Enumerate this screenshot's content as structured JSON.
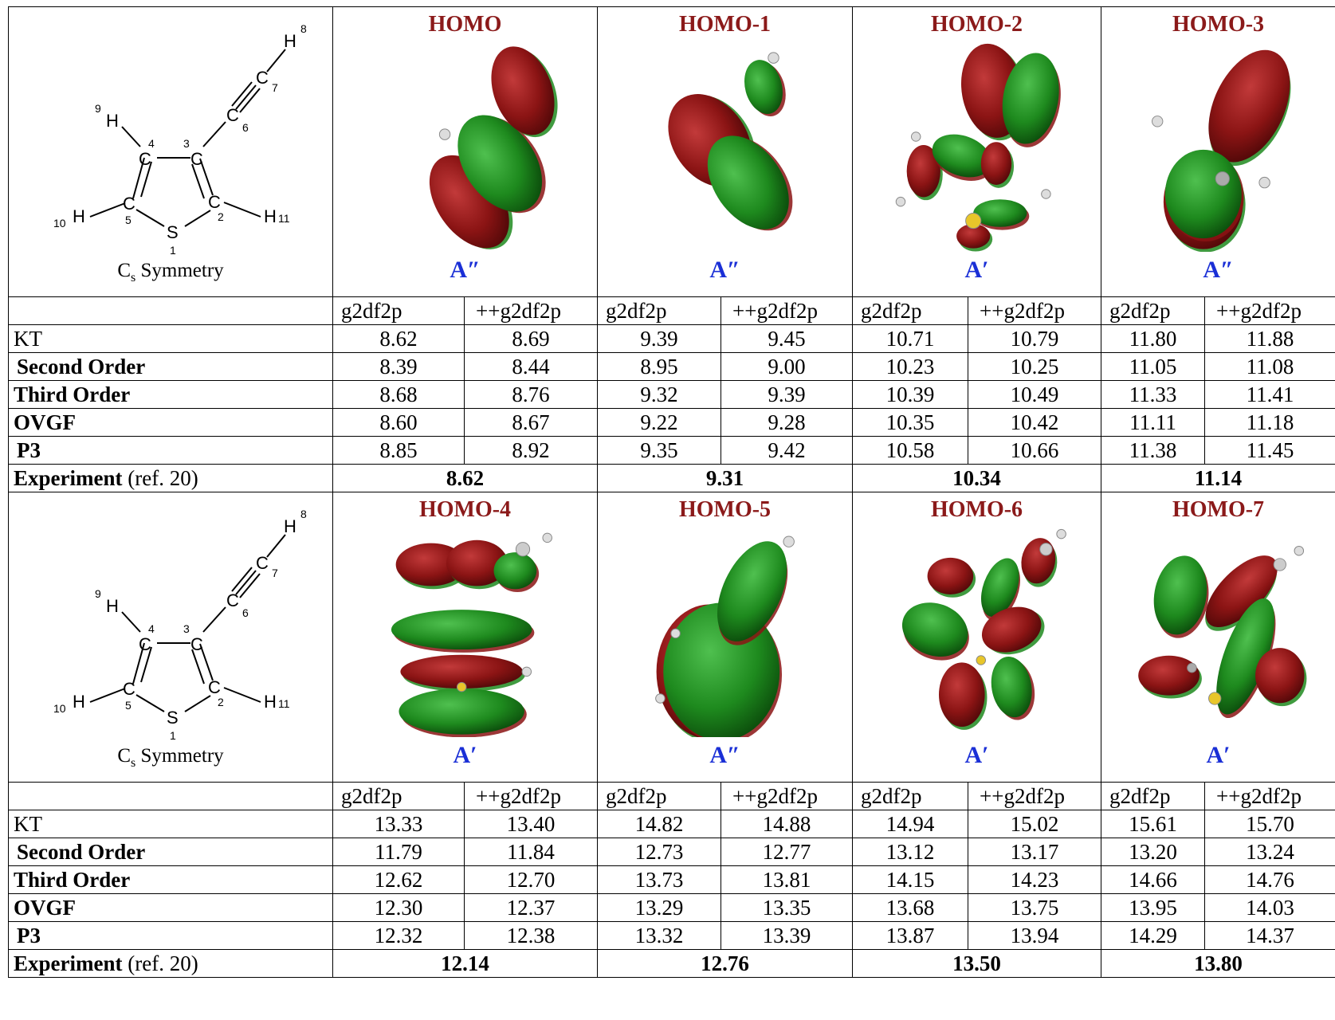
{
  "structure": {
    "caption_prefix": "C",
    "caption_subscript": "s",
    "caption_suffix": " Symmetry",
    "atoms": {
      "S": "S",
      "S_num": "1",
      "C2": "C",
      "C2_num": "2",
      "C3": "C",
      "C3_num": "3",
      "C4": "C",
      "C4_num": "4",
      "C5": "C",
      "C5_num": "5",
      "C6": "C",
      "C6_num": "6",
      "C7": "C",
      "C7_num": "7",
      "H8": "H",
      "H8_num": "8",
      "H9": "H",
      "H9_num": "9",
      "H10": "H",
      "H10_num": "10",
      "H11": "H",
      "H11_num": "11"
    }
  },
  "basis_sets": [
    "g2df2p",
    "++g2df2p"
  ],
  "row_labels": {
    "kt": "KT",
    "second": "Second Order",
    "third": "Third Order",
    "ovgf": "OVGF",
    "p3": "P3",
    "experiment": "Experiment",
    "experiment_ref": " (ref. 20)"
  },
  "colors": {
    "title_red": "#8b1a1a",
    "symmetry_blue": "#1a2fd6",
    "lobe_red": "#8b1414",
    "lobe_green": "#1e8a1e"
  },
  "blocks": [
    {
      "orbitals": [
        {
          "name": "HOMO",
          "symmetry": "A″"
        },
        {
          "name": "HOMO-1",
          "symmetry": "A″"
        },
        {
          "name": "HOMO-2",
          "symmetry": "A′"
        },
        {
          "name": "HOMO-3",
          "symmetry": "A″"
        }
      ],
      "kt": [
        "8.62",
        "8.69",
        "9.39",
        "9.45",
        "10.71",
        "10.79",
        "11.80",
        "11.88"
      ],
      "second": [
        "8.39",
        "8.44",
        "8.95",
        "9.00",
        "10.23",
        "10.25",
        "11.05",
        "11.08"
      ],
      "third": [
        "8.68",
        "8.76",
        "9.32",
        "9.39",
        "10.39",
        "10.49",
        "11.33",
        "11.41"
      ],
      "ovgf": [
        "8.60",
        "8.67",
        "9.22",
        "9.28",
        "10.35",
        "10.42",
        "11.11",
        "11.18"
      ],
      "p3": [
        "8.85",
        "8.92",
        "9.35",
        "9.42",
        "10.58",
        "10.66",
        "11.38",
        "11.45"
      ],
      "experiment": [
        "8.62",
        "9.31",
        "10.34",
        "11.14"
      ]
    },
    {
      "orbitals": [
        {
          "name": "HOMO-4",
          "symmetry": "A′"
        },
        {
          "name": "HOMO-5",
          "symmetry": "A″"
        },
        {
          "name": "HOMO-6",
          "symmetry": "A′"
        },
        {
          "name": "HOMO-7",
          "symmetry": "A′"
        }
      ],
      "kt": [
        "13.33",
        "13.40",
        "14.82",
        "14.88",
        "14.94",
        "15.02",
        "15.61",
        "15.70"
      ],
      "second": [
        "11.79",
        "11.84",
        "12.73",
        "12.77",
        "13.12",
        "13.17",
        "13.20",
        "13.24"
      ],
      "third": [
        "12.62",
        "12.70",
        "13.73",
        "13.81",
        "14.15",
        "14.23",
        "14.66",
        "14.76"
      ],
      "ovgf": [
        "12.30",
        "12.37",
        "13.29",
        "13.35",
        "13.68",
        "13.75",
        "13.95",
        "14.03"
      ],
      "p3": [
        "12.32",
        "12.38",
        "13.32",
        "13.39",
        "13.87",
        "13.94",
        "14.29",
        "14.37"
      ],
      "experiment": [
        "12.14",
        "12.76",
        "13.50",
        "13.80"
      ]
    }
  ]
}
